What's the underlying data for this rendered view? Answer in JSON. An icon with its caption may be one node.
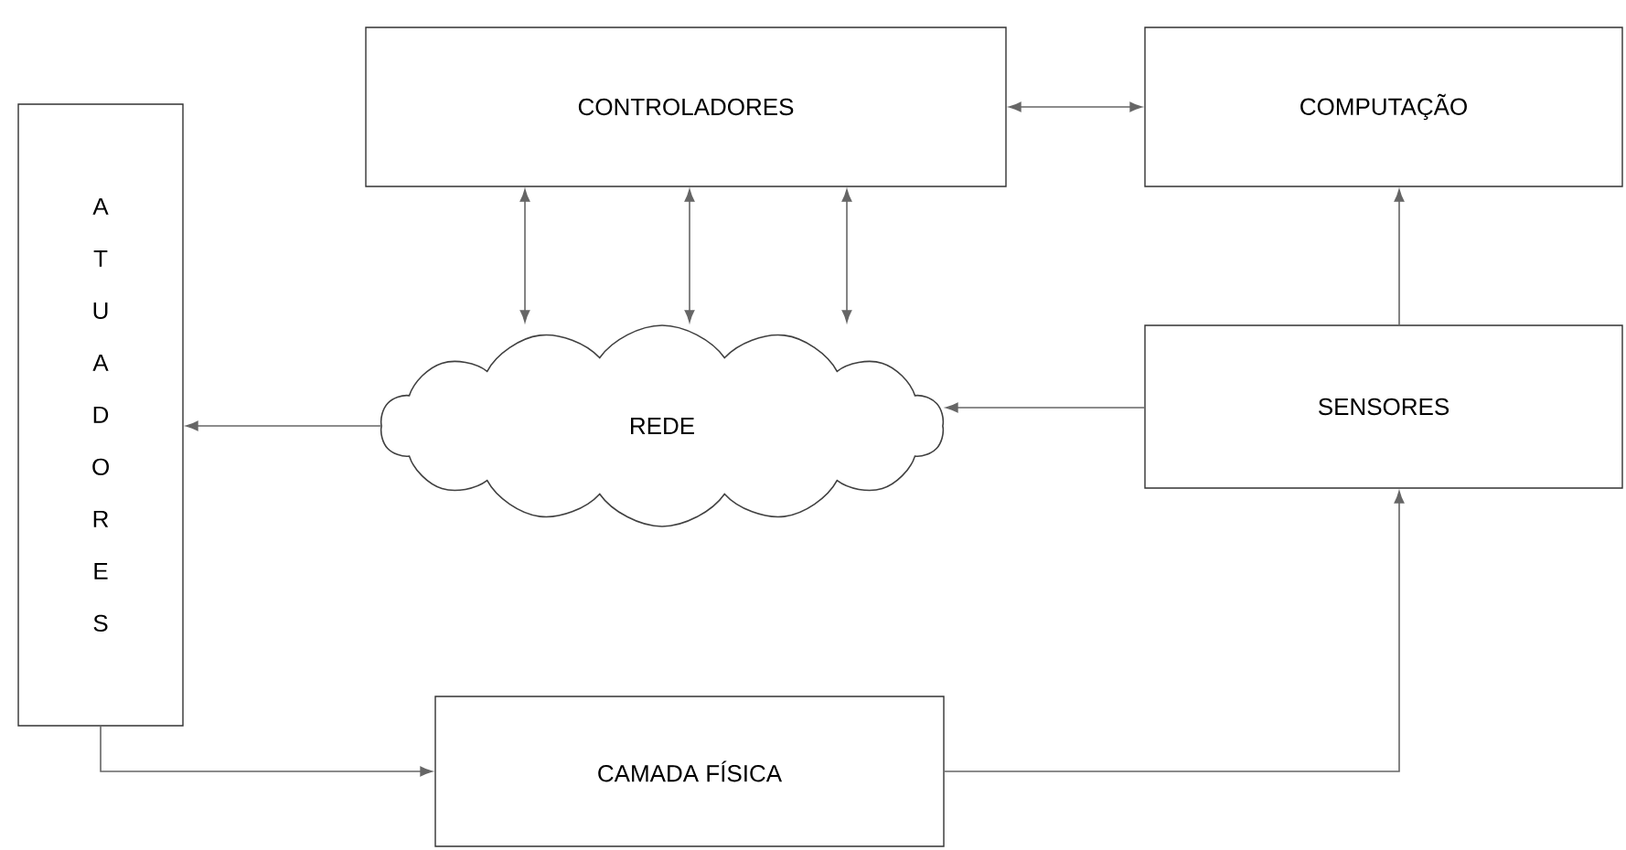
{
  "diagram": {
    "nodes": [
      {
        "text": [
          "CONTROLADORES"
        ]
      },
      {
        "text": [
          "COMPUTAÇÃO"
        ]
      },
      {
        "text": [
          "A T U A D O R E S"
        ]
      },
      {
        "text": [
          "REDE"
        ]
      },
      {
        "text": [
          "SENSORES"
        ]
      },
      {
        "text": [
          "CAMADA FÍSICA"
        ]
      }
    ],
    "edges": [
      {
        "from": 0,
        "to": 1,
        "arrow": "both"
      },
      {
        "from": 0,
        "to": 3,
        "arrow": "both"
      },
      {
        "from": 0,
        "to": 3,
        "arrow": "both"
      },
      {
        "from": 0,
        "to": 3,
        "arrow": "both"
      },
      {
        "from": 3,
        "to": 2,
        "arrow": "to"
      },
      {
        "from": 4,
        "to": 3,
        "arrow": "to"
      },
      {
        "from": 4,
        "to": 1,
        "arrow": "to"
      },
      {
        "from": 2,
        "to": 5,
        "arrow": "to"
      },
      {
        "from": 5,
        "to": 4,
        "arrow": "to"
      }
    ]
  }
}
